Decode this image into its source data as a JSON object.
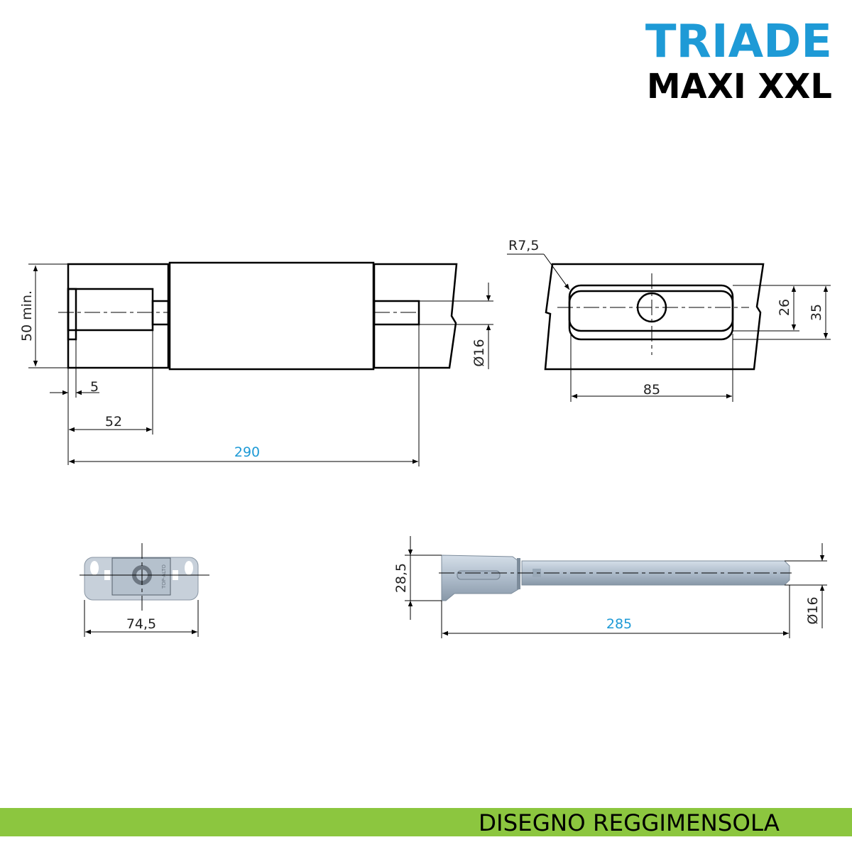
{
  "header": {
    "brand": "TRIADE",
    "model": "MAXI XXL"
  },
  "footer": {
    "title": "DISEGNO REGGIMENSOLA"
  },
  "colors": {
    "brand_blue": "#1e9ad6",
    "footer_green": "#8cc63f",
    "dimension_blue": "#1e9ad6"
  },
  "section_view": {
    "height_dim": "50 min.",
    "slot_depth_dim": "5",
    "hole_depth_dim": "52",
    "total_length_dim": "290",
    "pin_diameter_dim": "Ø16"
  },
  "front_view": {
    "radius_dim": "R7,5",
    "inner_height_dim": "26",
    "outer_height_dim": "35",
    "width_dim": "85"
  },
  "plate_view": {
    "width_dim": "74,5",
    "plate_label": "TOP-ALTO"
  },
  "pin_view": {
    "head_height_dim": "28,5",
    "length_dim": "285",
    "diameter_dim": "Ø16"
  }
}
